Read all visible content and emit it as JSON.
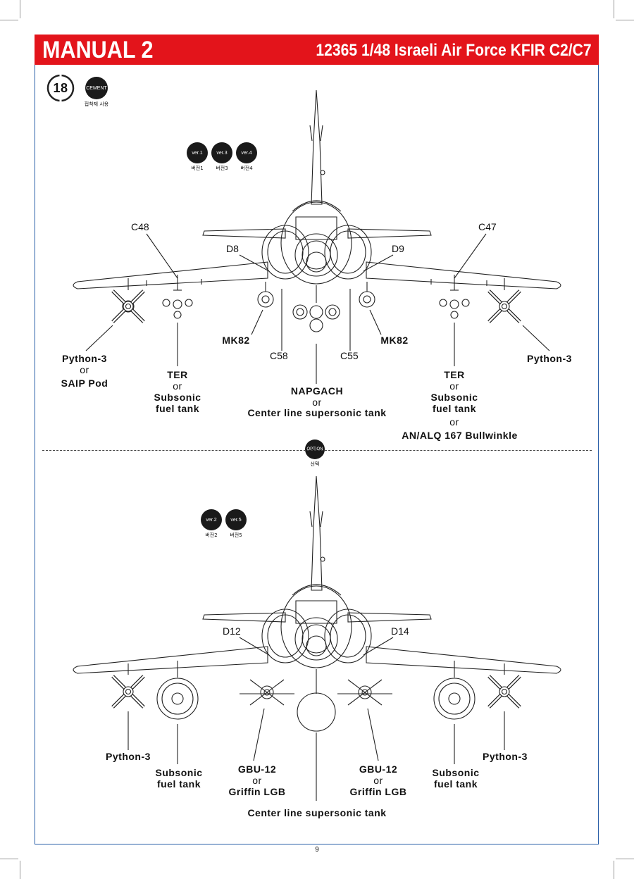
{
  "header": {
    "manual_title": "MANUAL 2",
    "kit_title": "12365 1/48 Israeli Air Force KFIR C2/C7",
    "accent_color": "#e3141b",
    "frame_color": "#2a5fa8"
  },
  "step": {
    "number": "18",
    "cement_badge": "CEMENT",
    "cement_caption": "접착제 사용"
  },
  "top_section": {
    "versions": [
      {
        "badge": "ver.1",
        "caption": "버전1"
      },
      {
        "badge": "ver.3",
        "caption": "버전3"
      },
      {
        "badge": "ver.4",
        "caption": "버전4"
      }
    ],
    "part_numbers": {
      "c48": "C48",
      "c47": "C47",
      "d8": "D8",
      "d9": "D9",
      "c58": "C58",
      "c55": "C55"
    },
    "labels": {
      "python_left": "Python-3",
      "python_left_or": "or",
      "saip_pod": "SAIP Pod",
      "ter_left": "TER",
      "ter_left_or": "or",
      "subsonic_left": "Subsonic",
      "fuel_tank_left": "fuel tank",
      "mk82_left": "MK82",
      "mk82_right": "MK82",
      "napgach": "NAPGACH",
      "napgach_or": "or",
      "center_supersonic": "Center line supersonic tank",
      "ter_right": "TER",
      "ter_right_or": "or",
      "subsonic_right": "Subsonic",
      "fuel_tank_right": "fuel tank",
      "bullwinkle_or": "or",
      "bullwinkle": "AN/ALQ 167 Bullwinkle",
      "python_right": "Python-3"
    }
  },
  "option": {
    "badge": "OPTION",
    "caption": "선택"
  },
  "bottom_section": {
    "versions": [
      {
        "badge": "ver.2",
        "caption": "버전2"
      },
      {
        "badge": "ver.5",
        "caption": "버전5"
      }
    ],
    "part_numbers": {
      "d12": "D12",
      "d14": "D14"
    },
    "labels": {
      "python_left": "Python-3",
      "subsonic_left": "Subsonic",
      "fuel_tank_left": "fuel tank",
      "gbu_left": "GBU-12",
      "gbu_left_or": "or",
      "griffin_left": "Griffin LGB",
      "gbu_right": "GBU-12",
      "gbu_right_or": "or",
      "griffin_right": "Griffin LGB",
      "subsonic_right": "Subsonic",
      "fuel_tank_right": "fuel tank",
      "python_right": "Python-3",
      "center_supersonic": "Center line supersonic tank"
    }
  },
  "footer": {
    "page_number": "9"
  }
}
